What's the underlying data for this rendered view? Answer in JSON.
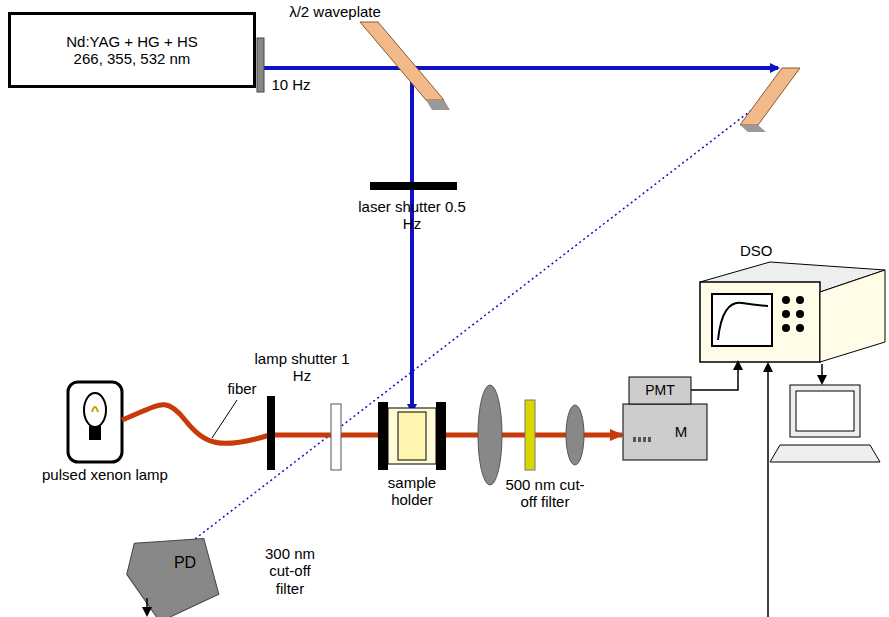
{
  "diagram": {
    "nodes": [
      {
        "text": [
          "Nd:YAG + HG + HS 266, 355, 532 nm"
        ]
      },
      {
        "text": [
          "PMT"
        ]
      },
      {
        "text": [
          "M"
        ]
      },
      {
        "text": [
          "DSO"
        ]
      },
      {
        "text": [
          "PD"
        ]
      }
    ],
    "edges": [
      {
        "from": 1,
        "to": 3,
        "arrow": "to"
      }
    ],
    "labels": [
      "λ/2 waveplate",
      "10 Hz",
      "laser shutter 0.5 Hz",
      "fiber",
      "pulsed xenon lamp",
      "lamp shutter 1 Hz",
      "300 nm cut-off filter",
      "sample holder",
      "500 nm cut-off filter"
    ]
  }
}
